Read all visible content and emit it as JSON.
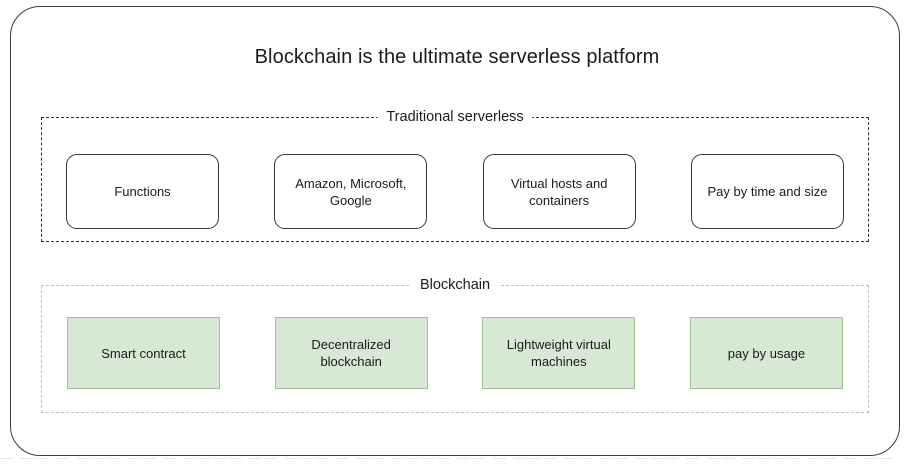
{
  "diagram": {
    "title": "Blockchain is the ultimate serverless platform",
    "background_color": "#ffffff",
    "frame_border_color": "#3d3d3d",
    "groups": [
      {
        "id": "traditional-serverless",
        "label": "Traditional serverless",
        "border_style": "dashed",
        "border_color": "#2e2e2e",
        "node_style": "rounded-white",
        "nodes": [
          {
            "label": "Functions"
          },
          {
            "label": "Amazon, Microsoft, Google"
          },
          {
            "label": "Virtual hosts and containers"
          },
          {
            "label": "Pay by time and size"
          }
        ]
      },
      {
        "id": "blockchain",
        "label": "Blockchain",
        "border_style": "dashed",
        "border_color": "#c9bfae",
        "node_style": "rect-green",
        "node_fill_color": "#d7e8d4",
        "node_border_color": "#9dc391",
        "nodes": [
          {
            "label": "Smart contract"
          },
          {
            "label": "Decentralized blockchain"
          },
          {
            "label": "Lightweight virtual machines"
          },
          {
            "label": "pay by usage"
          }
        ]
      }
    ],
    "bottom_artifact_text": "— —— — ——— —— — ———— —— ——— — —— ———— —— — ——— —— —— ——— — —— ———— —— — ——"
  }
}
